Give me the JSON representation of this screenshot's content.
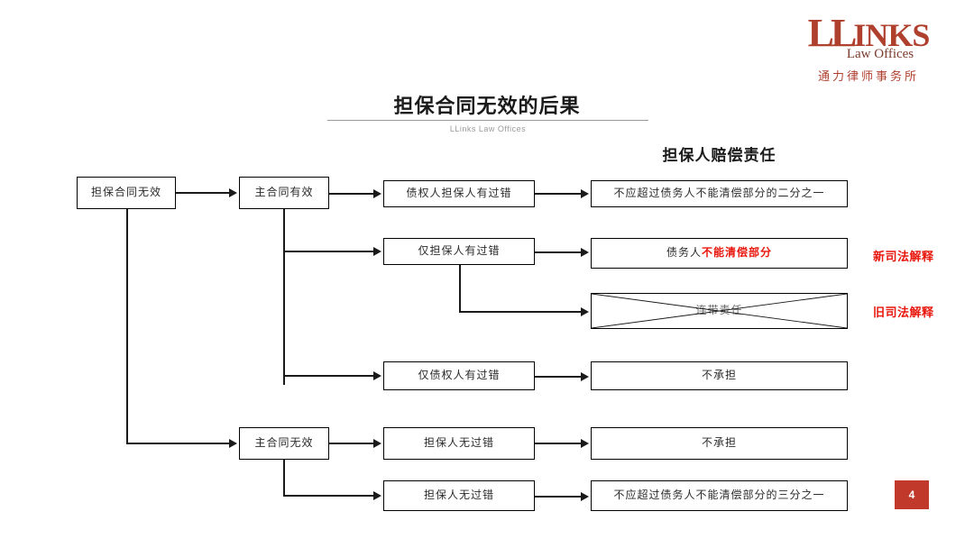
{
  "logo": {
    "main_ll": "LL",
    "main_inks": "INKS",
    "sub": "Law Offices",
    "chinese": "通力律师事务所"
  },
  "title": {
    "heading": "担保合同无效的后果",
    "subtitle": "LLinks Law Offices"
  },
  "column_heading": "担保人赔偿责任",
  "nodes": {
    "root": "担保合同无效",
    "main_valid": "主合同有效",
    "main_invalid": "主合同无效",
    "fault_both": "债权人担保人有过错",
    "fault_guarantor": "仅担保人有过错",
    "fault_creditor": "仅债权人有过错",
    "no_fault_1": "担保人无过错",
    "no_fault_2": "担保人无过错",
    "result_half": "不应超过债务人不能清偿部分的二分之一",
    "result_unpaid_prefix": "债务人",
    "result_unpaid_red": "不能清偿部分",
    "result_joint_struck": "连带责任",
    "result_none_1": "不承担",
    "result_none_2": "不承担",
    "result_third": "不应超过债务人不能清偿部分的三分之一"
  },
  "annotations": {
    "new_interpretation": "新司法解释",
    "old_interpretation": "旧司法解释"
  },
  "page_number": "4",
  "colors": {
    "brand_red": "#b0402e",
    "accent_red": "#e8160c",
    "badge_red": "#c0392b",
    "line_black": "#1a1a1a"
  }
}
